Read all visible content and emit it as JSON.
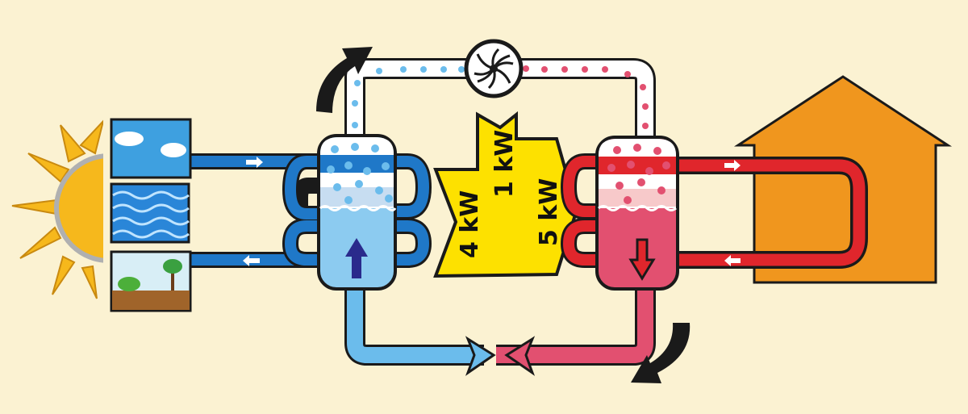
{
  "diagram": {
    "labels": {
      "compressor_power": "1 kW",
      "ambient_heat": "4 kW",
      "delivered_heat": "5 kW"
    },
    "colors": {
      "background": "#fbf2d2",
      "cold": "#6bbcec",
      "cold_pipe": "#1f78c8",
      "hot": "#e25070",
      "hot_pipe": "#e0262c",
      "energy": "#fde100",
      "house": "#f0961e",
      "sun": "#f6b81c"
    },
    "icons": [
      "sun-icon",
      "sky-panel-icon",
      "water-panel-icon",
      "ground-panel-icon",
      "compressor-icon",
      "house-icon",
      "expansion-valve-icon",
      "rotation-arrow-icon"
    ]
  }
}
